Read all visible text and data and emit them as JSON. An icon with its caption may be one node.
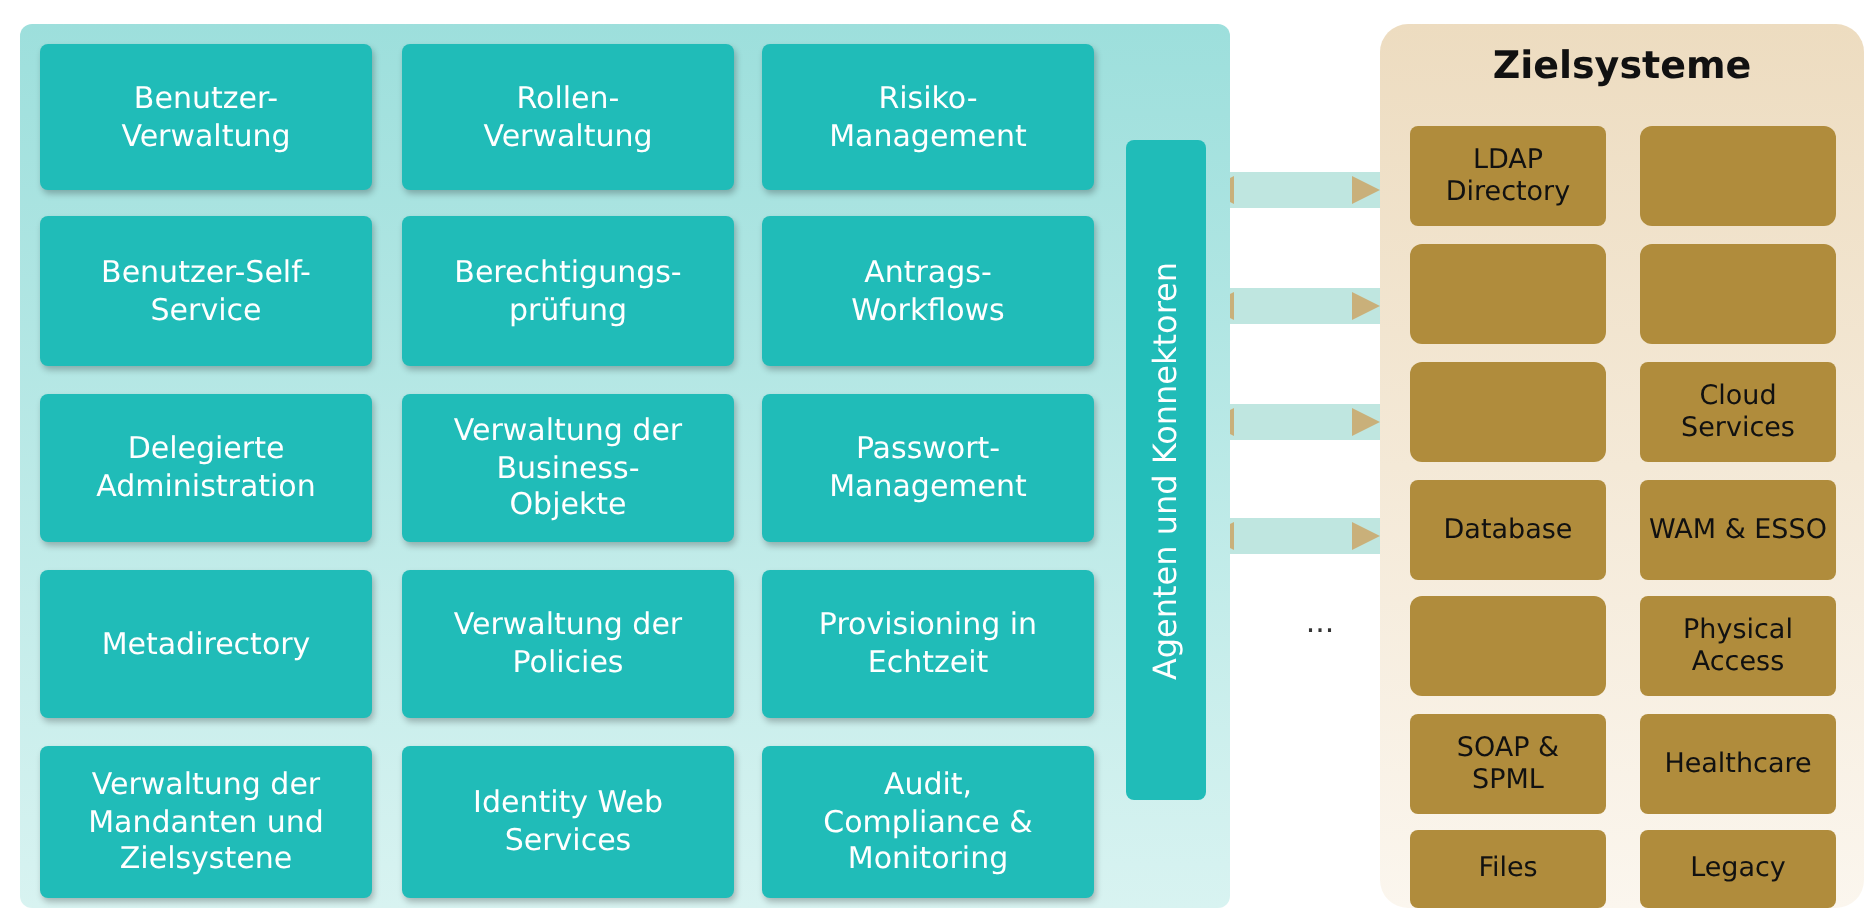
{
  "diagram": {
    "nodes": [
      {
        "text": [],
        "shape": "box"
      },
      {
        "text": [
          "Benutzer-Verwaltung"
        ],
        "in": 0
      },
      {
        "text": [
          "Rollen-Verwaltung"
        ],
        "in": 0
      },
      {
        "text": [
          "Risiko-Management"
        ],
        "in": 0
      },
      {
        "text": [
          "Benutzer-Self-Service"
        ],
        "in": 0
      },
      {
        "text": [
          "Berechtigungs-prüfung"
        ],
        "in": 0
      },
      {
        "text": [
          "Antrags-Workflows"
        ],
        "in": 0
      },
      {
        "text": [
          "Delegierte Administration"
        ],
        "in": 0
      },
      {
        "text": [
          "Verwaltung der Business-Objekte"
        ],
        "in": 0
      },
      {
        "text": [
          "Passwort-Management"
        ],
        "in": 0
      },
      {
        "text": [
          "Metadirectory"
        ],
        "in": 0
      },
      {
        "text": [
          "Verwaltung der Policies"
        ],
        "in": 0
      },
      {
        "text": [
          "Provisioning in Echtzeit"
        ],
        "in": 0
      },
      {
        "text": [
          "Verwaltung der Mandanten und Zielsystene"
        ],
        "in": 0
      },
      {
        "text": [
          "Identity Web Services"
        ],
        "in": 0
      },
      {
        "text": [
          "Audit, Compliance & Monitoring"
        ],
        "in": 0
      },
      {
        "text": [
          "Agenten und Konnektoren"
        ],
        "in": 0
      },
      {
        "text": [
          "Zielsysteme"
        ]
      },
      {
        "text": [
          "LDAP Directory"
        ],
        "in": 17
      },
      {
        "text": [],
        "shape": "box",
        "in": 17
      },
      {
        "text": [],
        "shape": "box",
        "in": 17
      },
      {
        "text": [],
        "shape": "box",
        "in": 17
      },
      {
        "text": [],
        "shape": "box",
        "in": 17
      },
      {
        "text": [
          "Cloud Services"
        ],
        "in": 17
      },
      {
        "text": [
          "Database"
        ],
        "in": 17
      },
      {
        "text": [
          "WAM & ESSO"
        ],
        "in": 17
      },
      {
        "text": [],
        "shape": "box",
        "in": 17
      },
      {
        "text": [
          "Physical Access"
        ],
        "in": 17
      },
      {
        "text": [
          "SOAP & SPML"
        ],
        "in": 17
      },
      {
        "text": [
          "Healthcare"
        ],
        "in": 17
      },
      {
        "text": [
          "Files"
        ],
        "in": 17
      },
      {
        "text": [
          "Legacy"
        ],
        "in": 17
      }
    ],
    "edges": [
      {
        "from": 16,
        "to": 17,
        "arrow": "both"
      },
      {
        "from": 16,
        "to": 17,
        "arrow": "both"
      },
      {
        "from": 16,
        "to": 17,
        "arrow": "both"
      },
      {
        "from": 16,
        "to": 17,
        "arrow": "both"
      }
    ],
    "labels": [
      "..."
    ]
  }
}
